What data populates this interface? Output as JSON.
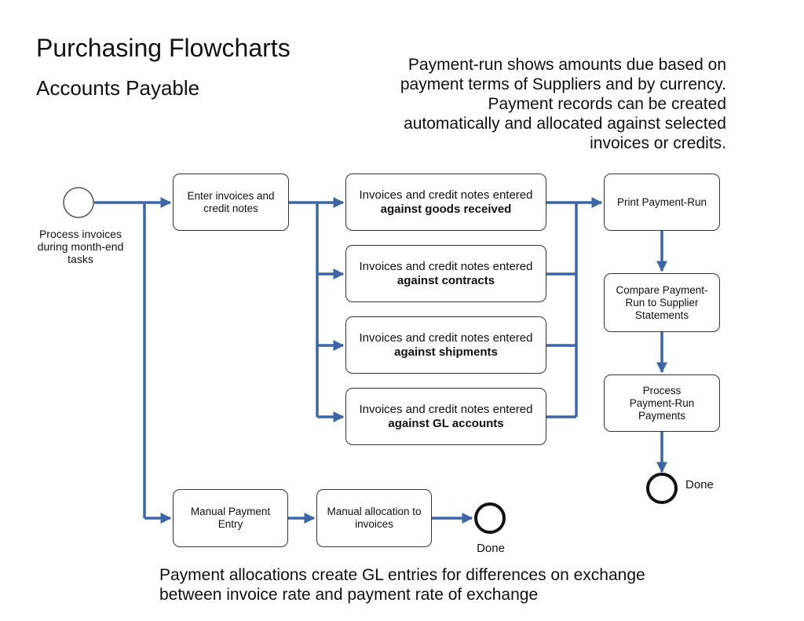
{
  "title": "Purchasing Flowcharts",
  "subtitle": "Accounts Payable",
  "note_top": "Payment-run shows amounts due based on payment terms of Suppliers and by currency. Payment records can be created automatically and allocated against selected invoices or credits.",
  "note_bottom": "Payment allocations create GL entries for differences on exchange between invoice rate and payment rate of exchange",
  "start_event": {
    "label": "Process invoices during month-end tasks"
  },
  "nodes": {
    "enter_invoices": "Enter invoices and credit notes",
    "against_goods": {
      "line1": "Invoices and credit notes entered",
      "line2": "against goods received"
    },
    "against_contracts": {
      "line1": "Invoices and credit notes entered",
      "line2": "against contracts"
    },
    "against_shipments": {
      "line1": "Invoices and credit notes entered",
      "line2": "against shipments"
    },
    "against_gl": {
      "line1": "Invoices and credit notes entered",
      "line2": "against GL accounts"
    },
    "print_payment_run": "Print Payment-Run",
    "compare_payment_run": "Compare Payment-Run to Supplier Statements",
    "process_payment_run": "Process Payment-Run Payments",
    "manual_payment_entry": "Manual Payment Entry",
    "manual_allocation": "Manual allocation to invoices"
  },
  "end_events": {
    "done_right": "Done",
    "done_bottom": "Done"
  },
  "colors": {
    "flow_line": "#3d66a8",
    "box_border": "#333333",
    "text": "#111111"
  }
}
